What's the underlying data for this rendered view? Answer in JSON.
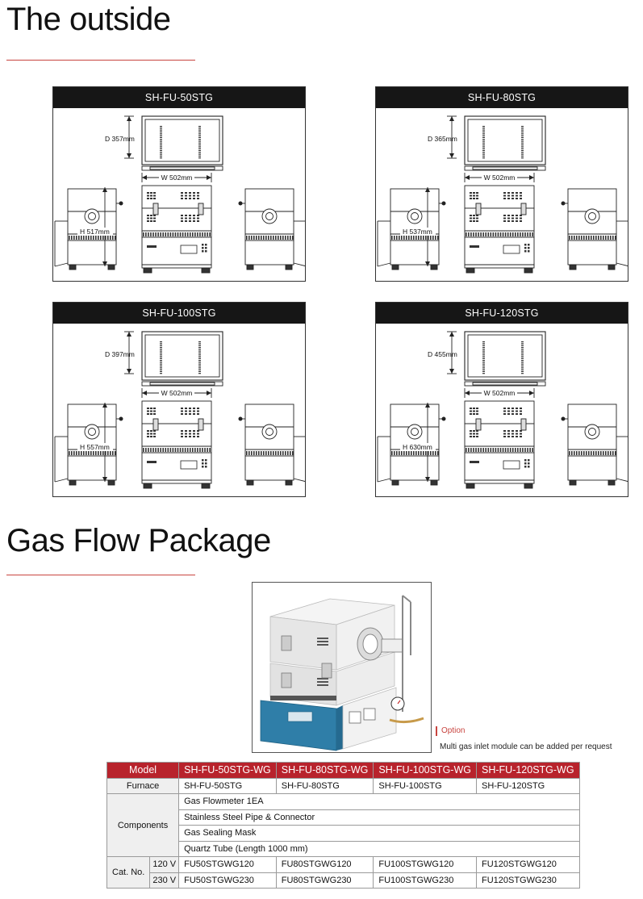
{
  "sections": {
    "outside_title": "The outside",
    "gas_title": "Gas Flow Package"
  },
  "panels": [
    {
      "model": "SH-FU-50STG",
      "depth": "D 357mm",
      "width": "W 502mm",
      "height": "H 517mm"
    },
    {
      "model": "SH-FU-80STG",
      "depth": "D 365mm",
      "width": "W 502mm",
      "height": "H 537mm"
    },
    {
      "model": "SH-FU-100STG",
      "depth": "D 397mm",
      "width": "W 502mm",
      "height": "H 557mm"
    },
    {
      "model": "SH-FU-120STG",
      "depth": "D 455mm",
      "width": "W 502mm",
      "height": "H 630mm"
    }
  ],
  "option": {
    "label": "Option",
    "note": "Multi gas inlet module can be added per request"
  },
  "spec_table": {
    "header": [
      "Model",
      "SH-FU-50STG-WG",
      "SH-FU-80STG-WG",
      "SH-FU-100STG-WG",
      "SH-FU-120STG-WG"
    ],
    "furnace_label": "Furnace",
    "furnace": [
      "SH-FU-50STG",
      "SH-FU-80STG",
      "SH-FU-100STG",
      "SH-FU-120STG"
    ],
    "components_label": "Components",
    "components": [
      "Gas Flowmeter 1EA",
      "Stainless Steel Pipe & Connector",
      "Gas Sealing Mask",
      "Quartz Tube (Length 1000 mm)"
    ],
    "cat_label": "Cat. No.",
    "voltages": [
      "120 V",
      "230 V"
    ],
    "cat_120": [
      "FU50STGWG120",
      "FU80STGWG120",
      "FU100STGWG120",
      "FU120STGWG120"
    ],
    "cat_230": [
      "FU50STGWG230",
      "FU80STGWG230",
      "FU100STGWG230",
      "FU120STGWG230"
    ]
  }
}
